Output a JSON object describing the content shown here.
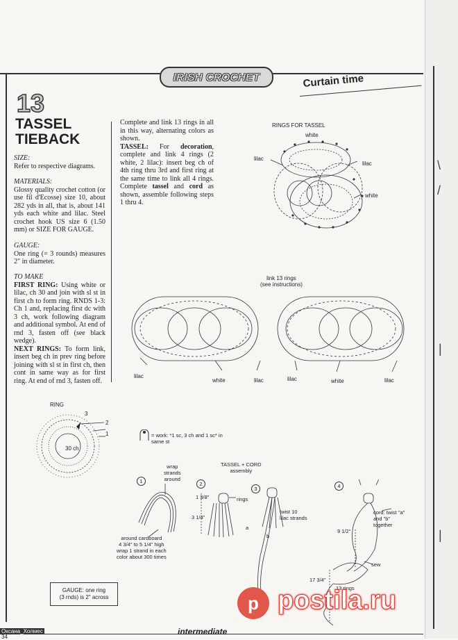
{
  "header": {
    "section": "IRISH CROCHET",
    "series": "Curtain time"
  },
  "pattern": {
    "number": "13",
    "title_line1": "TASSEL",
    "title_line2": "TIEBACK"
  },
  "instructions": {
    "size_heading": "SIZE:",
    "size_text": "Refer to respective diagrams.",
    "materials_heading": "MATERIALS:",
    "materials_text": "Glossy quality crochet cotton (or use fil d'Ecosse) size 10, about 282 yds in all, that is, about 141 yds each white and lilac. Steel crochet hook US size 6 (1.50 mm) or SIZE FOR GAUGE.",
    "gauge_heading": "GAUGE:",
    "gauge_text": "One ring (= 3 rounds) measures 2\" in diameter.",
    "make_heading": "TO MAKE",
    "first_ring_label": "FIRST RING:",
    "first_ring_text": "Using white or lilac, ch 30 and join with sl st in first ch to form ring. RNDS 1-3: Ch 1 and, replacing first dc with 3 ch, work following diagram and additional symbol. At end of rnd 3, fasten off (see black wedge).",
    "next_rings_label": "NEXT RINGS:",
    "next_rings_text": "To form link, insert beg ch in prev ring before joining with sl st in first ch, then cont in same way as for first ring. At end of rnd 3, fasten off.",
    "col2_p1": "Complete and link 13 rings in all in this way, alternating colors as shown.",
    "tassel_label": "TASSEL:",
    "tassel_text_a": "For",
    "tassel_text_bold": "decoration",
    "tassel_text_b": ", complete and link 4 rings (2 white, 2 lilac): insert beg ch of 4th ring thru 3rd and first ring at the same time to link all 4 rings. Complete",
    "tassel_word": "tassel",
    "and_word": "and",
    "cord_word": "cord",
    "tassel_text_c": "as shown, assemble following steps 1 thru 4."
  },
  "diagrams": {
    "rings_for_tassel": {
      "title": "RINGS FOR TASSEL",
      "labels": [
        "white",
        "lilac",
        "lilac",
        "white"
      ]
    },
    "link_rings": {
      "title_line1": "link 13 rings",
      "title_line2": "(see instructions)",
      "labels": [
        "lilac",
        "white",
        "lilac",
        "lilac",
        "white",
        "lilac"
      ]
    },
    "ring": {
      "title": "RING",
      "center": "30 ch",
      "rounds": [
        "1",
        "2",
        "3"
      ]
    },
    "symbol_key": "= work: *1 sc, 3 ch and 1 sc* in same st",
    "tassel_cord": {
      "title_line1": "TASSEL + CORD",
      "title_line2": "assembly",
      "step1": "1",
      "step2": "2",
      "step3": "3",
      "step4": "4",
      "wrap_line1": "wrap",
      "wrap_line2": "strands",
      "wrap_line3": "around",
      "cardboard_line1": "around cardboard",
      "cardboard_line2": "4 3/4\" to 5 1/4\" high",
      "cardboard_line3": "wrap 1 strand in each",
      "cardboard_line4": "color about 300 times",
      "dim_1_3_8": "1 3/8\"",
      "dim_3_1_4": "3 1/4\"",
      "rings_label": "rings",
      "twist_line1": "twist 10",
      "twist_line2": "lilac strands",
      "a_label": "a",
      "b_label": "b",
      "cord_line1": "cord: twist \"a\"",
      "cord_line2": "and \"b\"",
      "cord_line3": "together",
      "dim_9_1_2": "9 1/2\"",
      "sew_label": "sew",
      "dim_17_3_4": "17 3/4\"",
      "rings13_label": "13 rings"
    }
  },
  "gauge_box": {
    "line1": "GAUGE: one ring",
    "line2": "(3 rnds) is 2\" across"
  },
  "footer": {
    "level": "intermediate",
    "page": "34",
    "watermark_site": "postila.ru",
    "watermark_user": "Оксана_Холмес"
  },
  "right_edge_marks": [
    "\\",
    "/",
    "|",
    "|"
  ]
}
